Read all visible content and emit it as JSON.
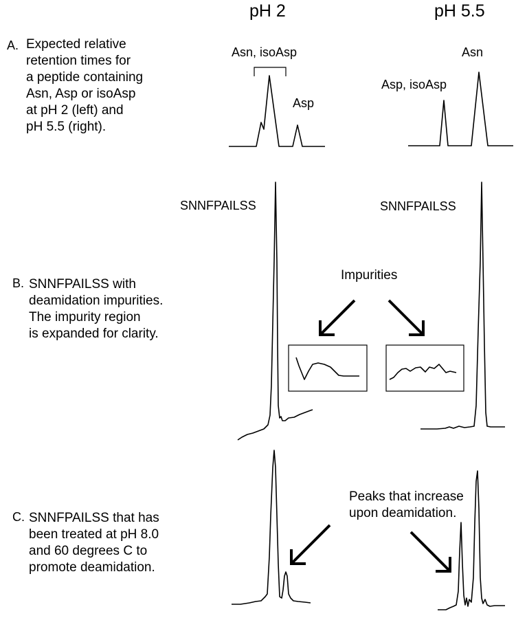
{
  "headers": {
    "left": "pH 2",
    "right": "pH 5.5"
  },
  "panel_a": {
    "letter": "A.",
    "description": "Expected relative\nretention times for\na peptide containing\nAsn, Asp or isoAsp\nat pH 2 (left) and\npH  5.5 (right).",
    "left_label_group": "Asn, isoAsp",
    "left_label_single": "Asp",
    "right_label_group": "Asp, isoAsp",
    "right_label_single": "Asn"
  },
  "panel_b": {
    "letter": "B.",
    "description": "SNNFPAILSS with\ndeamidation impurities.\nThe impurity region\nis expanded for clarity.",
    "left_peak_label": "SNNFPAILSS",
    "right_peak_label": "SNNFPAILSS",
    "impurities_label": "Impurities"
  },
  "panel_c": {
    "letter": "C.",
    "description": "SNNFPAILSS that has\nbeen treated at pH 8.0\nand 60 degrees C to\npromote deamidation.",
    "peaks_label": "Peaks that increase\nupon deamidation."
  }
}
